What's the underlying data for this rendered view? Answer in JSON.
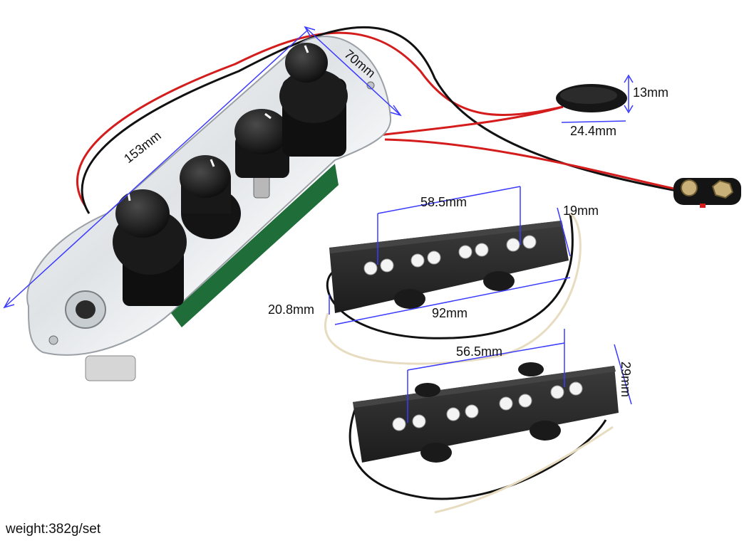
{
  "product_photo": {
    "dimensions": {
      "plate_length": "153mm",
      "plate_width": "70mm",
      "battery_box_height": "13mm",
      "battery_box_width": "24.4mm",
      "bridge_pole_spacing": "58.5mm",
      "bridge_pickup_width": "19mm",
      "bridge_pickup_height": "20.8mm",
      "bridge_pickup_length": "92mm",
      "neck_pole_spacing": "56.5mm",
      "neck_pickup_width": "29mm"
    },
    "caption": "weight:382g/set",
    "colors": {
      "dimension_line": "#3b3bff",
      "chrome": "#e9ecef",
      "knob": "#151515",
      "pickup": "#2a2a2a",
      "wire_red": "#d41c1c"
    }
  }
}
